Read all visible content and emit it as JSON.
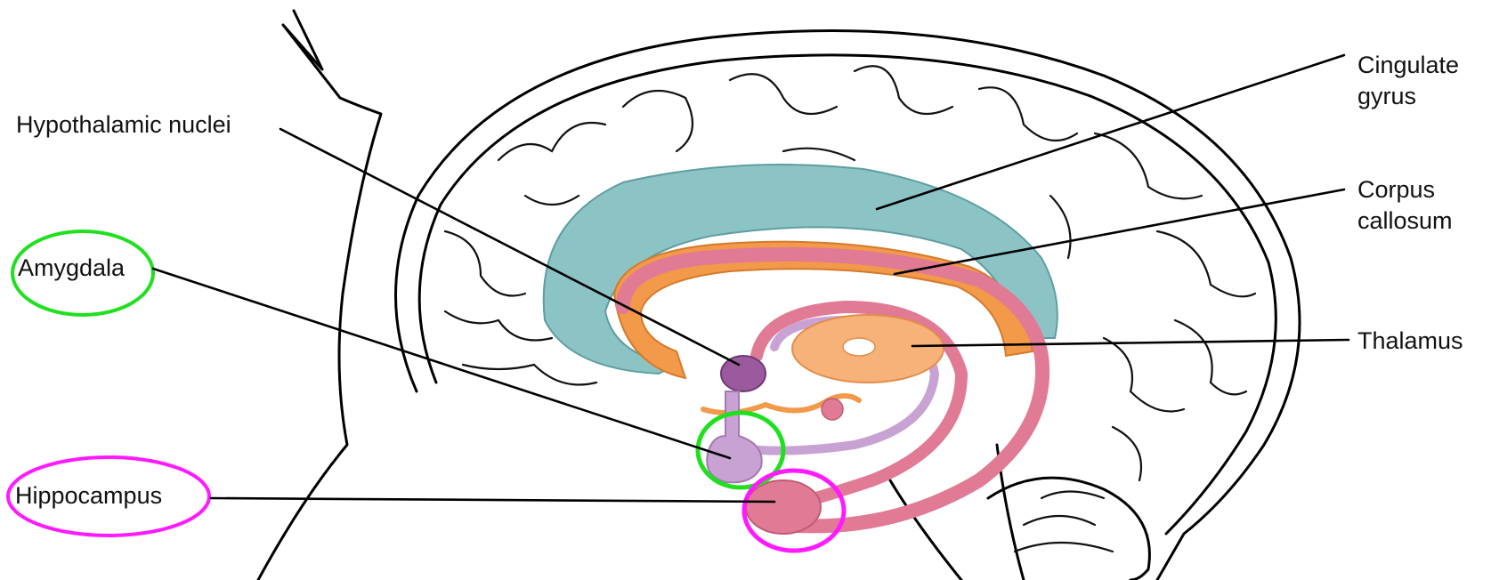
{
  "labels": {
    "hypothalamic_nuclei": "Hypothalamic nuclei",
    "amygdala": "Amygdala",
    "hippocampus": "Hippocampus",
    "cingulate_gyrus_line1": "Cingulate",
    "cingulate_gyrus_line2": "gyrus",
    "corpus_callosum_line1": "Corpus",
    "corpus_callosum_line2": "callosum",
    "thalamus": "Thalamus"
  },
  "colors": {
    "cingulate_gyrus": "#8cc4c6",
    "corpus_callosum": "#f2994a",
    "fornix_pink": "#e07a95",
    "stria_lilac": "#c9a2d4",
    "hypothalamus_purple": "#9b5a9e",
    "thalamus_orange": "#f7b27a",
    "amygdala_highlight": "#1fe01f",
    "hippocampus_highlight": "#ff1aff"
  }
}
